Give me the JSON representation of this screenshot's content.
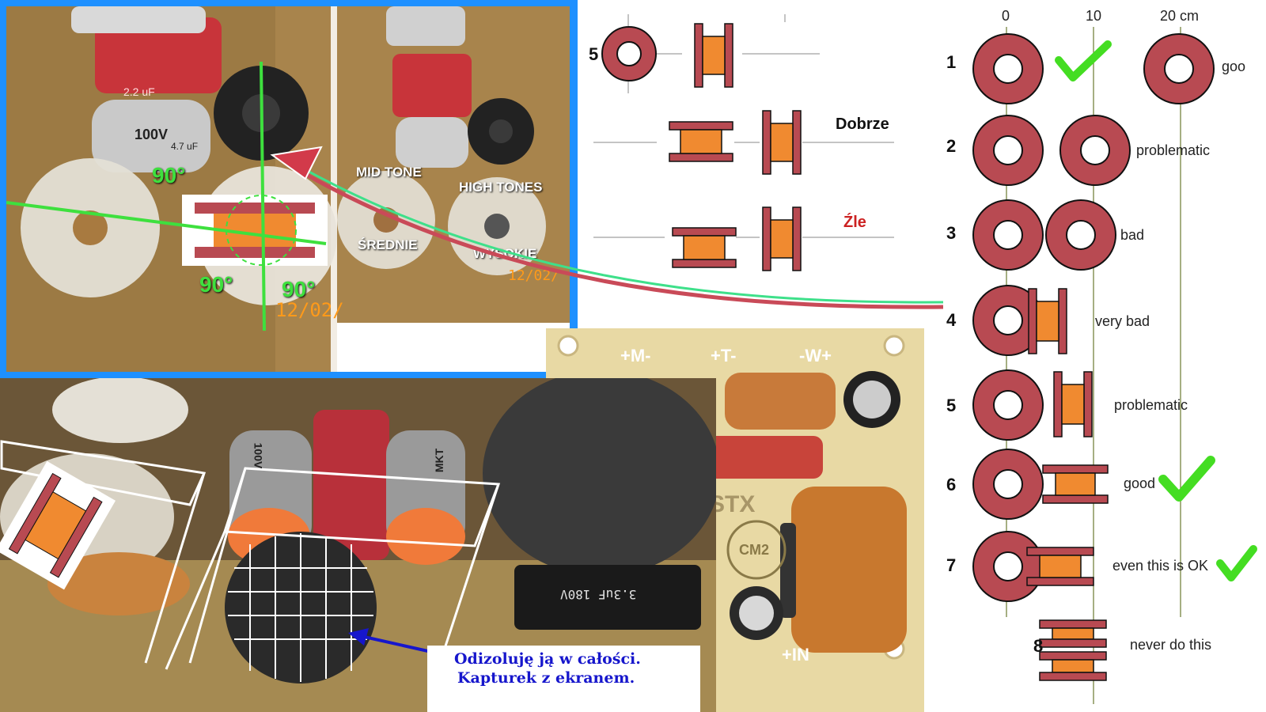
{
  "photo_panel": {
    "label_mid_tone": "MID TONE",
    "label_high_tones": "HIGH TONES",
    "label_srednie": "ŚREDNIE",
    "label_wysokie": "WYSOKIE",
    "angle_1": "90°",
    "angle_2": "90°",
    "angle_3": "90°",
    "date_1": "12/02/",
    "date_2": "12/02/",
    "cap_text_1": "2.2 uF",
    "cap_text_2": "100V",
    "cap_text_3": "4.7 uF"
  },
  "middle_examples": {
    "row_number": "5",
    "label_good": "Dobrze",
    "label_bad": "Źle"
  },
  "scale": {
    "tick_0": "0",
    "tick_10": "10",
    "tick_20": "20 cm"
  },
  "rows": [
    {
      "num": "1",
      "label": "goo"
    },
    {
      "num": "2",
      "label": "problematic"
    },
    {
      "num": "3",
      "label": "bad"
    },
    {
      "num": "4",
      "label": "very bad"
    },
    {
      "num": "5",
      "label": "problematic"
    },
    {
      "num": "6",
      "label": "good"
    },
    {
      "num": "7",
      "label": "even this is OK"
    },
    {
      "num": "8",
      "label": "never do this"
    }
  ],
  "pcb": {
    "label_m": "+M-",
    "label_t": "+T-",
    "label_w": "-W+",
    "label_in": "+IN",
    "label_stx": "STX",
    "label_cm2": "CM2",
    "cap_label": "3.3uF 180V"
  },
  "board": {
    "caption_line_1": "Odizoluję ją w całości.",
    "caption_line_2": "Kapturek z ekranem.",
    "cap_text_1": "100V",
    "cap_text_2": "MKT"
  },
  "colors": {
    "frame_blue": "#1e90ff",
    "coil_red": "#b84a52",
    "coil_core": "#f08a30",
    "check_green": "#44dd22",
    "guide_green": "#3ee03e",
    "arrow_blue": "#1616cc"
  },
  "icons": {
    "check": "check-icon",
    "arrow": "arrow-icon"
  }
}
